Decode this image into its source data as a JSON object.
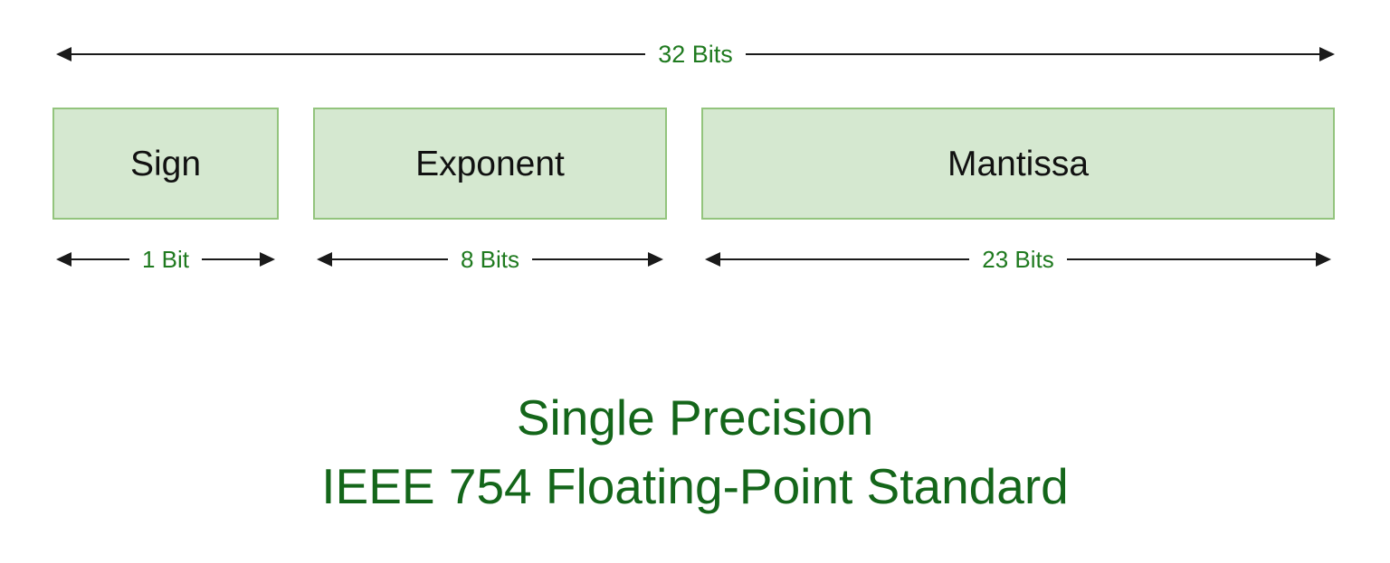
{
  "diagram": {
    "title_lines": [
      "Single Precision",
      "IEEE 754 Floating-Point Standard"
    ],
    "total_width_label": "32 Bits",
    "colors": {
      "background": "#ffffff",
      "box_fill": "#d5e8d0",
      "box_border": "#93c47d",
      "box_label_text": "#111111",
      "measure_label_text": "#1f7a1f",
      "arrow": "#1a1a1a",
      "caption_text": "#14661a"
    },
    "fields": [
      {
        "name": "Sign",
        "width_label": "1 Bit",
        "bits": 1
      },
      {
        "name": "Exponent",
        "width_label": "8 Bits",
        "bits": 8
      },
      {
        "name": "Mantissa",
        "width_label": "23 Bits",
        "bits": 23
      }
    ]
  }
}
